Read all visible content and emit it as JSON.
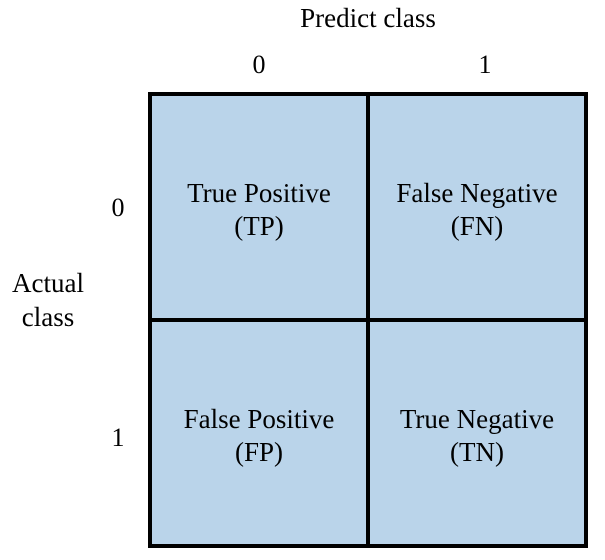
{
  "figure": {
    "kind": "confusion-matrix",
    "top_axis_title": "Predict class",
    "left_axis_title_line1": "Actual",
    "left_axis_title_line2": "class",
    "column_headers": [
      "0",
      "1"
    ],
    "row_headers": [
      "0",
      "1"
    ],
    "colors": {
      "cell_fill": "#bad4ea",
      "border": "#000000",
      "text": "#000000",
      "background": "#ffffff"
    }
  },
  "chart_data": {
    "type": "table",
    "title": "Predict class",
    "xlabel": "Predict class",
    "ylabel": "Actual class",
    "categories": [
      "0",
      "1"
    ],
    "row_categories": [
      "0",
      "1"
    ],
    "cells": [
      {
        "row": "0",
        "col": "0",
        "position": "top-left",
        "name": "True Positive",
        "abbr": "(TP)"
      },
      {
        "row": "0",
        "col": "1",
        "position": "top-right",
        "name": "False Negative",
        "abbr": "(FN)"
      },
      {
        "row": "1",
        "col": "0",
        "position": "bottom-left",
        "name": "False Positive",
        "abbr": "(FP)"
      },
      {
        "row": "1",
        "col": "1",
        "position": "bottom-right",
        "name": "True Negative",
        "abbr": "(TN)"
      }
    ],
    "grid": false,
    "legend": "none"
  }
}
